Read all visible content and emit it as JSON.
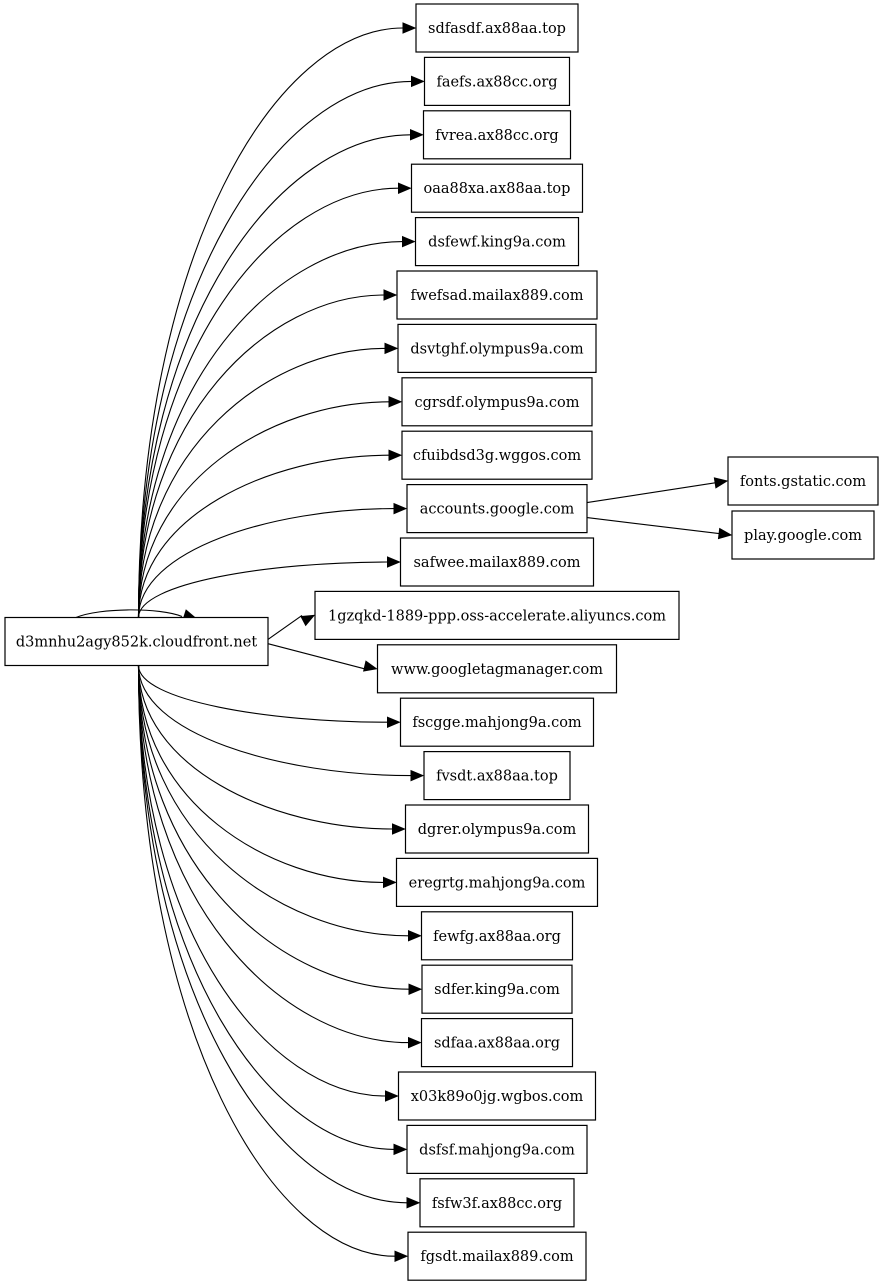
{
  "graph": {
    "source": "d3mnhu2agy852k.cloudfront.net",
    "targets": [
      "sdfasdf.ax88aa.top",
      "faefs.ax88cc.org",
      "fvrea.ax88cc.org",
      "oaa88xa.ax88aa.top",
      "dsfewf.king9a.com",
      "fwefsad.mailax889.com",
      "dsvtghf.olympus9a.com",
      "cgrsdf.olympus9a.com",
      "cfuibdsd3g.wggos.com",
      "accounts.google.com",
      "safwee.mailax889.com",
      "1gzqkd-1889-ppp.oss-accelerate.aliyuncs.com",
      "www.googletagmanager.com",
      "fscgge.mahjong9a.com",
      "fvsdt.ax88aa.top",
      "dgrer.olympus9a.com",
      "eregrtg.mahjong9a.com",
      "fewfg.ax88aa.org",
      "sdfer.king9a.com",
      "sdfaa.ax88aa.org",
      "x03k89o0jg.wgbos.com",
      "dsfsf.mahjong9a.com",
      "fsfw3f.ax88cc.org",
      "fgsdt.mailax889.com"
    ],
    "secondary": {
      "from": "accounts.google.com",
      "targets": [
        "fonts.gstatic.com",
        "play.google.com"
      ]
    },
    "self_loop": true,
    "colors": {
      "stroke": "#000000",
      "fill": "#ffffff"
    }
  }
}
